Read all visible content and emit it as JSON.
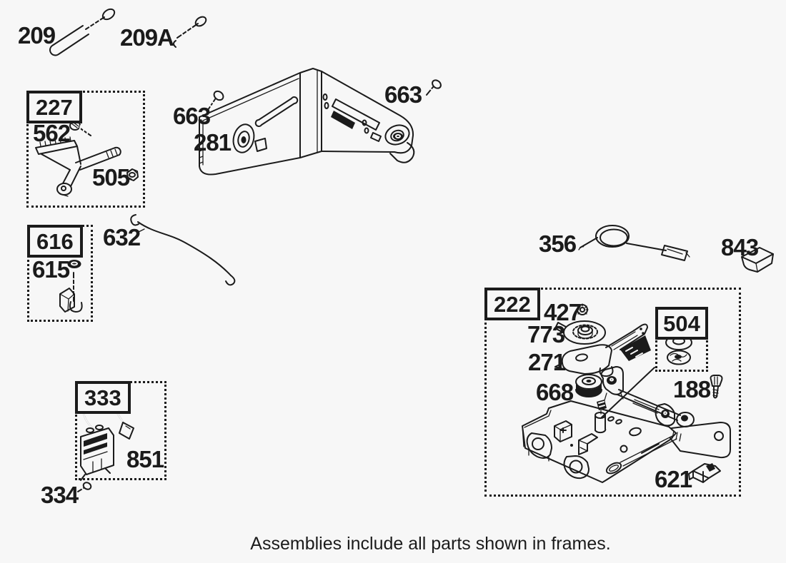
{
  "caption": "Assemblies include all parts shown in frames.",
  "frames": {
    "f227": {
      "label": "227"
    },
    "f616": {
      "label": "616"
    },
    "f333": {
      "label": "333"
    },
    "f222": {
      "label": "222"
    },
    "f504": {
      "label": "504"
    }
  },
  "callouts": {
    "c209": "209",
    "c209a": "209A",
    "c663_left": "663",
    "c663_right": "663",
    "c281": "281",
    "c562": "562",
    "c505": "505",
    "c615": "615",
    "c632": "632",
    "c356": "356",
    "c843": "843",
    "c427": "427",
    "c773": "773",
    "c271": "271",
    "c668": "668",
    "c188": "188",
    "c621": "621",
    "c851": "851",
    "c334": "334"
  },
  "colors": {
    "background": "#f7f7f7",
    "ink": "#1b1b1b"
  }
}
